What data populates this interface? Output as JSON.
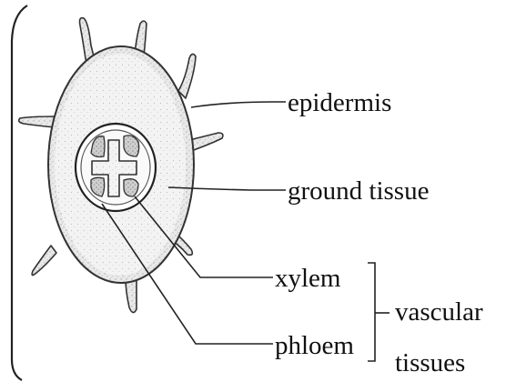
{
  "labels": {
    "epidermis": "epidermis",
    "ground_tissue": "ground tissue",
    "xylem": "xylem",
    "phloem": "phloem",
    "vascular": "vascular",
    "tissues": "tissues"
  }
}
